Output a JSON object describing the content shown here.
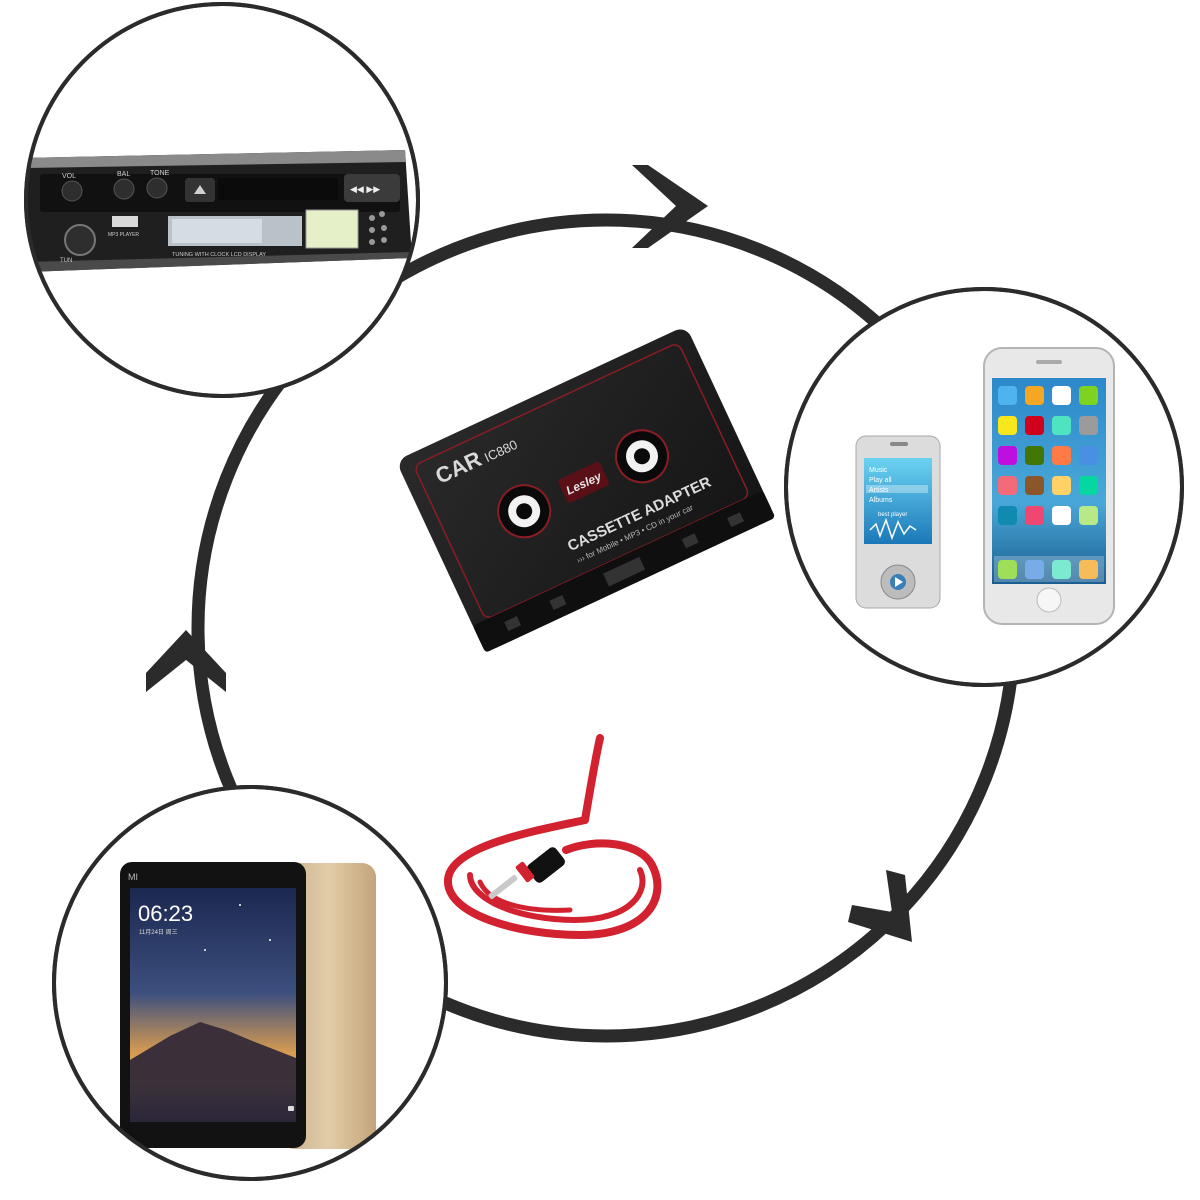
{
  "radio": {
    "knob_labels": [
      "VOL",
      "BAL",
      "TONE"
    ],
    "tun_label": "TUN",
    "mp3_label": "MP3 PLAYER",
    "display_caption": "TUNING WITH CLOCK LCD DISPLAY",
    "rew_ff": "◀◀ ▶▶"
  },
  "cassette": {
    "model": "CAR",
    "model_code": "IC880",
    "brand": "Lesley",
    "product": "CASSETTE ADAPTER",
    "tagline": "›››  for Mobile • MP3 • CD in your car"
  },
  "player": {
    "menu_items": [
      "Music",
      "Play all",
      "Artists",
      "Albums"
    ],
    "caption": "best player"
  },
  "tablet": {
    "brand": "MI",
    "time": "06:23",
    "date": "11月24日 周三"
  },
  "colors": {
    "cycle": "#2b2b2b",
    "cable": "#d2212f",
    "cassette_body": "#1d1d1d",
    "phone_body": "#e6e6e6",
    "tablet_gold": "#d7c19e"
  },
  "icons": {
    "cycle_arrows": "chevron-arrow-icon",
    "play": "play-icon",
    "camera": "camera-icon"
  }
}
